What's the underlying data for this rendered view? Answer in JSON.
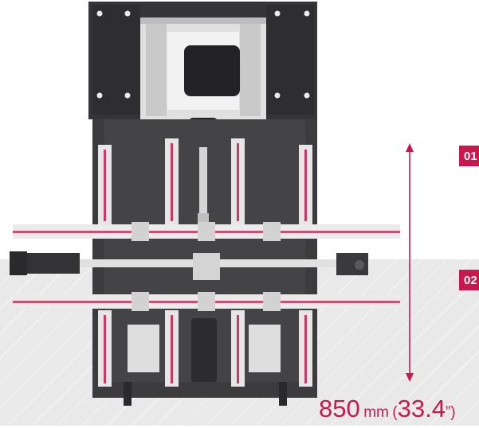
{
  "labels": [
    "01",
    "02"
  ],
  "dimension": {
    "value_mm": "850",
    "unit_mm": "mm",
    "open_paren": "(",
    "value_in": "33.4",
    "unit_in": "”)"
  },
  "colors": {
    "accent": "#c8184e",
    "frame_dark": "#3a3a3c",
    "frame_darker": "#2a2a2c",
    "aluminium": "#dcdcdc",
    "floor": "#e9e9e9"
  }
}
